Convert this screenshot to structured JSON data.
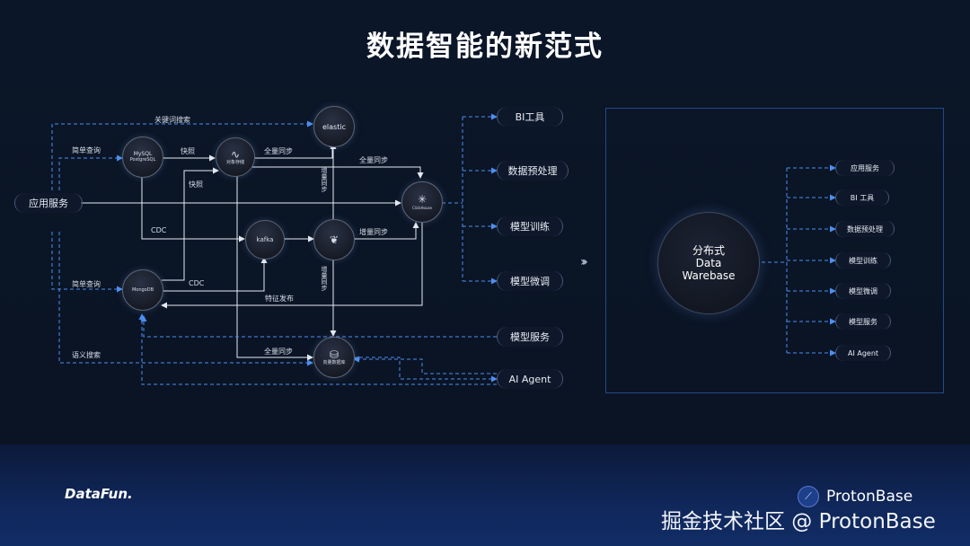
{
  "title": "数据智能的新范式",
  "left_diagram": {
    "app_service": "应用服务",
    "nodes": {
      "mysql": "MySQL",
      "postgresql": "PostgreSQL",
      "object_storage": "对象存储",
      "elastic": "elastic",
      "clickhouse": "ClickHouse",
      "kafka": "kafka",
      "mongodb": "MongoDB",
      "vector_db": "向量数据库"
    },
    "edge_labels": {
      "keyword_search": "关键词搜索",
      "simple_query_1": "简单查询",
      "snapshot_1": "快照",
      "full_sync_1": "全量同步",
      "full_sync_2": "全量同步",
      "snapshot_2": "快照",
      "incremental_sync_v1": "增量同步",
      "cdc_1": "CDC",
      "incremental_sync": "增量同步",
      "simple_query_2": "简单查询",
      "cdc_2": "CDC",
      "feature_publish": "特征发布",
      "incremental_sync_v2": "增量同步",
      "semantic_search": "语义搜索",
      "full_sync_3": "全量同步"
    },
    "outputs": [
      "BI工具",
      "数据预处理",
      "模型训练",
      "模型微调",
      "模型服务",
      "AI Agent"
    ]
  },
  "right_panel": {
    "center_line1": "分布式",
    "center_line2": "Data",
    "center_line3": "Warebase",
    "outputs": [
      "应用服务",
      "BI 工具",
      "数据预处理",
      "模型训练",
      "模型微调",
      "模型服务",
      "AI Agent"
    ]
  },
  "footer": {
    "datafun": "DataFun.",
    "protonbase": "ProtonBase",
    "watermark": "掘金技术社区 @ ProtonBase"
  },
  "colors": {
    "background": "#0a1424",
    "line": "#e6eaf2",
    "dashed_line": "#4d8ef0",
    "panel_border": "#24488a"
  }
}
